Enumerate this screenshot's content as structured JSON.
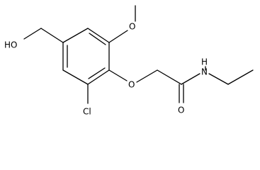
{
  "molecule": {
    "atoms": [
      {
        "id": "hydroxyl_o",
        "label": "HO"
      },
      {
        "id": "methoxy_o",
        "label": "O"
      },
      {
        "id": "ether_o",
        "label": "O"
      },
      {
        "id": "amide_n",
        "label": "N"
      },
      {
        "id": "amide_h",
        "label": "H"
      },
      {
        "id": "carbonyl_o",
        "label": "O"
      },
      {
        "id": "chlorine",
        "label": "Cl"
      }
    ]
  }
}
